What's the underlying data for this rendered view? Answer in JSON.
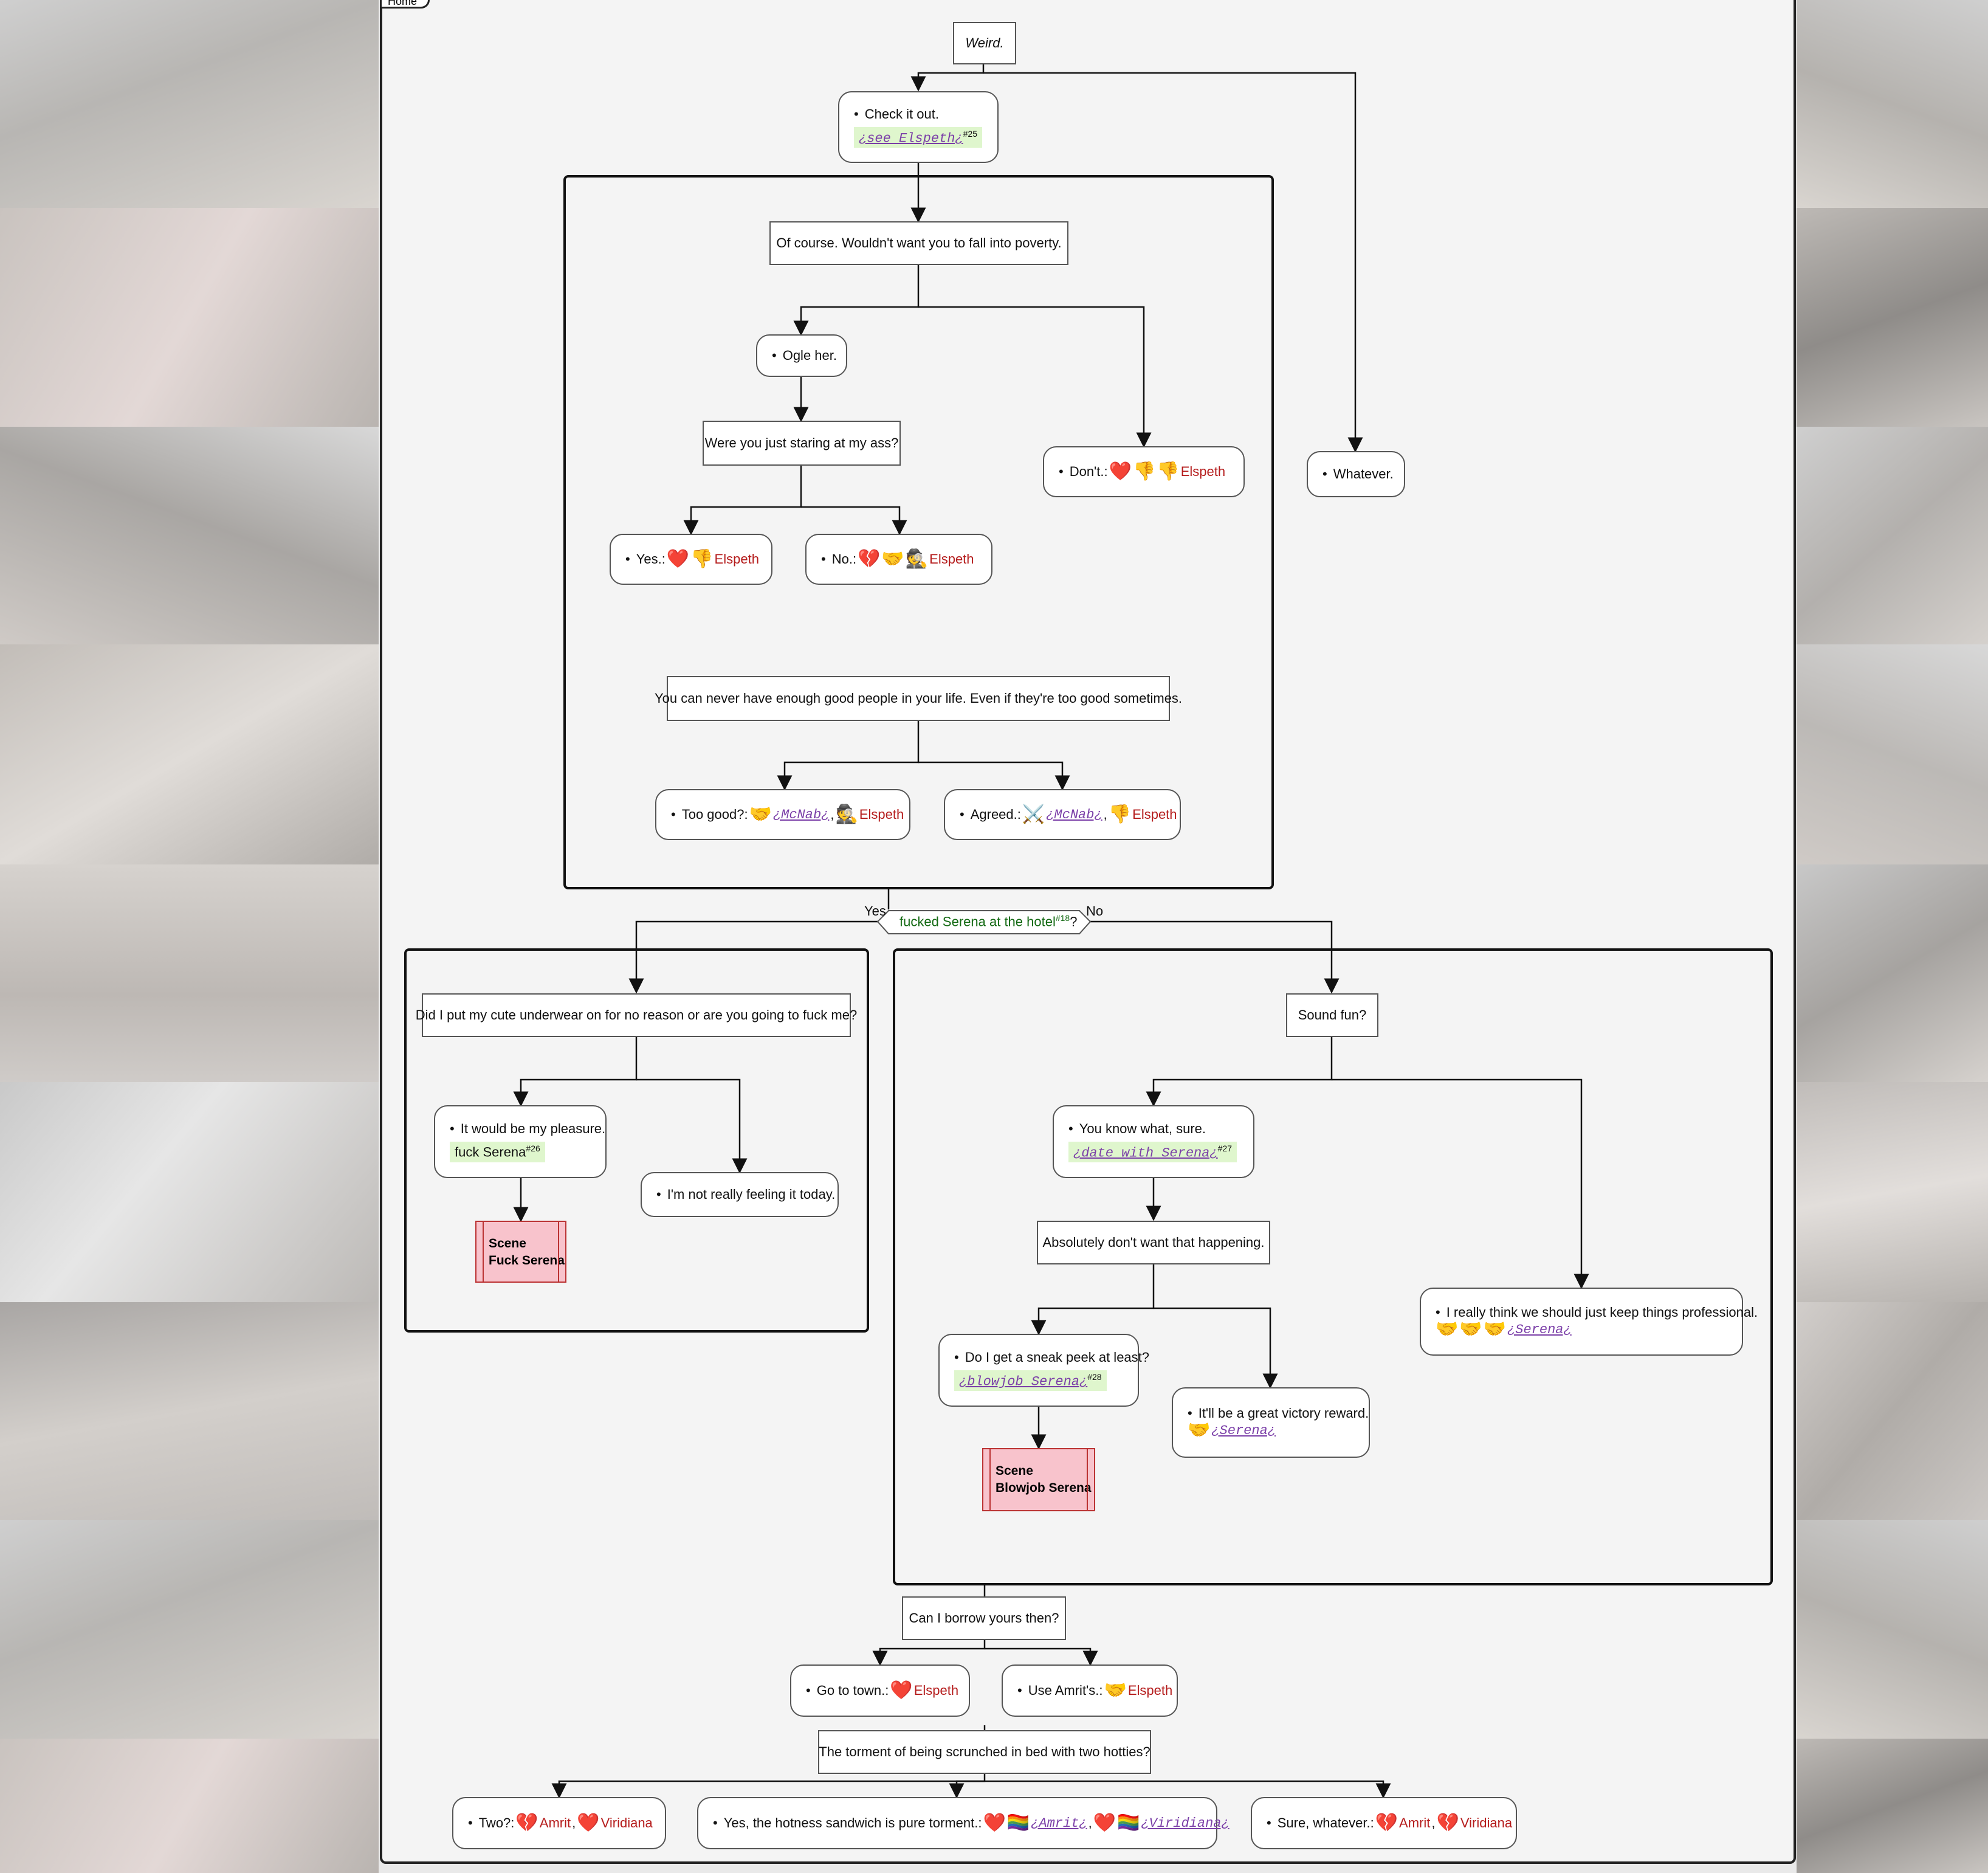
{
  "home_tab": "Home",
  "icons": {
    "heart": "❤️",
    "broken_heart": "💔",
    "thumbs_down": "👎",
    "handshake": "🤝",
    "spy": "🕵️",
    "swords": "⚔️",
    "rainbow_heart": "🏳️‍🌈"
  },
  "colors": {
    "name_red": "#b51c1c",
    "link_purple": "#7b3fa8",
    "tag_green": "#dff6cd",
    "scene_pink": "#f8c3cc"
  },
  "nodes": {
    "weird": "Weird.",
    "check": {
      "label": "Check it out.",
      "link": "¿see Elspeth¿",
      "num": "#25"
    },
    "of_course": "Of course. Wouldn't want you to fall into poverty.",
    "ogle": "Ogle her.",
    "staring": "Were you just staring at my ass?",
    "dont": {
      "label": "Don't.:",
      "name": "Elspeth"
    },
    "whatever": "Whatever.",
    "yes": {
      "label": "Yes.:",
      "name": "Elspeth"
    },
    "no": {
      "label": "No.:",
      "name": "Elspeth"
    },
    "never_enough": "You can never have enough good people in your life. Even if they're too good sometimes.",
    "too_good": {
      "label": "Too good?:",
      "link": "¿McNab¿",
      "sep": ",",
      "name": "Elspeth"
    },
    "agreed": {
      "label": "Agreed.:",
      "link": "¿McNab¿",
      "sep": ",",
      "name": "Elspeth"
    },
    "condition": {
      "text": "fucked Serena at the hotel",
      "num": "#18",
      "q": "?",
      "yes": "Yes",
      "no": "No"
    },
    "underwear": "Did I put my cute underwear on for no reason or are you going to fuck me?",
    "pleasure": {
      "label": "It would be my pleasure.",
      "tag": "fuck Serena",
      "num": "#26"
    },
    "not_feeling": "I'm not really feeling it today.",
    "scene_fuck": {
      "line1": "Scene",
      "line2": "Fuck Serena"
    },
    "sound_fun": "Sound fun?",
    "you_know": {
      "label": "You know what, sure.",
      "link": "¿date with Serena¿",
      "num": "#27"
    },
    "absolutely": "Absolutely don't want that happening.",
    "professional": {
      "label": "I really think we should just keep things professional.",
      "link": "¿Serena¿"
    },
    "sneak_peek": {
      "label": "Do I get a sneak peek at least?",
      "link": "¿blowjob Serena¿",
      "num": "#28"
    },
    "victory": {
      "label": "It'll be a great victory reward.",
      "link": "¿Serena¿"
    },
    "scene_blow": {
      "line1": "Scene",
      "line2": "Blowjob Serena"
    },
    "borrow": "Can I borrow yours then?",
    "go_town": {
      "label": "Go to town.:",
      "name": "Elspeth"
    },
    "use_amrit": {
      "label": "Use Amrit's.:",
      "name": "Elspeth"
    },
    "torment": "The torment of being scrunched in bed with two hotties?",
    "two": {
      "label": "Two?:",
      "name1": "Amrit",
      "sep": ",",
      "name2": "Viridiana"
    },
    "hotness": {
      "label": "Yes, the hotness sandwich is pure torment.:",
      "link1": "¿Amrit¿",
      "sep": ",",
      "link2": "¿Viridiana¿"
    },
    "sure_whatever": {
      "label": "Sure, whatever.:",
      "name1": "Amrit",
      "sep": ",",
      "name2": "Viridiana"
    }
  }
}
